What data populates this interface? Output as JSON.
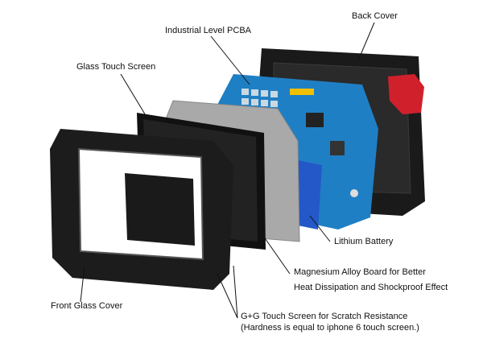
{
  "labels": {
    "back_cover": "Back Cover",
    "pcba": "Industrial Level PCBA",
    "glass_touch_screen": "Glass Touch Screen",
    "lithium_battery": "Lithium Battery",
    "magnesium_line1": "Magnesium Alloy Board for Better",
    "magnesium_line2": "Heat Dissipation and Shockproof Effect",
    "front_glass_cover": "Front Glass Cover",
    "gg_line1": "G+G Touch Screen for Scratch Resistance",
    "gg_line2": "(Hardness is equal to iphone 6 touch screen.)"
  },
  "colors": {
    "back_cover": "#1a1a1a",
    "accent_red": "#d0202c",
    "pcb_blue": "#1f7fc4",
    "battery_blue": "#2458c8",
    "magnesium": "#a9a9a9"
  }
}
